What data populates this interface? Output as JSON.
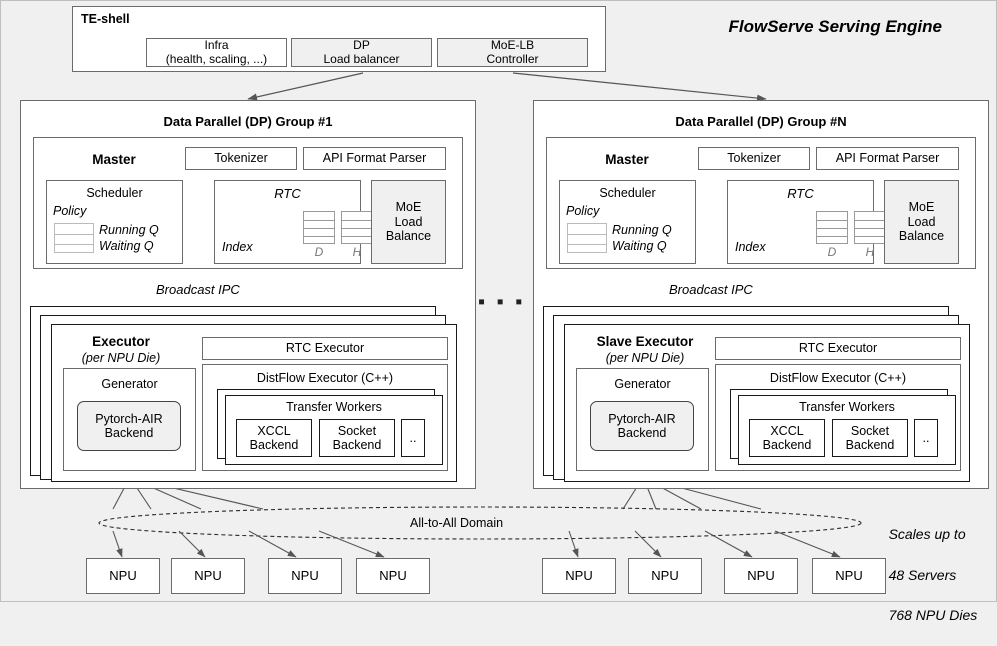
{
  "figure": {
    "title": "FlowServe Serving Engine",
    "background_color": "#f0f0f0",
    "box_fill": "#ffffff",
    "shaded_fill": "#f0f0f0",
    "stroke_color": "#6b6b6b"
  },
  "te_shell": {
    "label": "TE-shell",
    "components": [
      {
        "line1": "Infra",
        "line2": "(health, scaling, ...)",
        "shaded": false
      },
      {
        "line1": "DP",
        "line2": "Load balancer",
        "shaded": true
      },
      {
        "line1": "MoE-LB",
        "line2": "Controller",
        "shaded": true
      }
    ]
  },
  "groups": [
    {
      "title": "Data Parallel (DP) Group #1",
      "master": {
        "label": "Master",
        "tokenizer": "Tokenizer",
        "api_parser": "API Format Parser",
        "scheduler": {
          "title": "Scheduler",
          "policy": "Policy",
          "running_q": "Running Q",
          "waiting_q": "Waiting Q"
        },
        "rtc": {
          "title": "RTC",
          "index": "Index",
          "col_d": "D",
          "col_h": "H"
        },
        "moe": {
          "line1": "MoE",
          "line2": "Load",
          "line3": "Balance"
        }
      },
      "ipc_label": "Broadcast IPC",
      "executor": {
        "label": "Executor",
        "sublabel": "(per NPU Die)",
        "rtc_executor": "RTC Executor",
        "generator": "Generator",
        "backend": {
          "line1": "Pytorch-AIR",
          "line2": "Backend"
        },
        "distflow": "DistFlow Executor (C++)",
        "transfer_workers": "Transfer Workers",
        "workers": [
          {
            "line1": "XCCL",
            "line2": "Backend"
          },
          {
            "line1": "Socket",
            "line2": "Backend"
          },
          {
            "line1": "..",
            "line2": ""
          }
        ]
      }
    },
    {
      "title": "Data Parallel (DP) Group #N",
      "master": {
        "label": "Master",
        "tokenizer": "Tokenizer",
        "api_parser": "API Format Parser",
        "scheduler": {
          "title": "Scheduler",
          "policy": "Policy",
          "running_q": "Running Q",
          "waiting_q": "Waiting Q"
        },
        "rtc": {
          "title": "RTC",
          "index": "Index",
          "col_d": "D",
          "col_h": "H"
        },
        "moe": {
          "line1": "MoE",
          "line2": "Load",
          "line3": "Balance"
        }
      },
      "ipc_label": "Broadcast IPC",
      "executor": {
        "label": "Slave Executor",
        "sublabel": "(per NPU Die)",
        "rtc_executor": "RTC Executor",
        "generator": "Generator",
        "backend": {
          "line1": "Pytorch-AIR",
          "line2": "Backend"
        },
        "distflow": "DistFlow Executor (C++)",
        "transfer_workers": "Transfer Workers",
        "workers": [
          {
            "line1": "XCCL",
            "line2": "Backend"
          },
          {
            "line1": "Socket",
            "line2": "Backend"
          },
          {
            "line1": "..",
            "line2": ""
          }
        ]
      }
    }
  ],
  "ellipsis": "▪ ▪ ▪",
  "fabric": {
    "label": "All-to-All Domain",
    "scale_note_line1": "Scales up to",
    "scale_note_line2": "48 Servers",
    "scale_note_line3": "768 NPU Dies"
  },
  "npus_left": [
    "NPU",
    "NPU",
    "NPU",
    "NPU"
  ],
  "npus_right": [
    "NPU",
    "NPU",
    "NPU",
    "NPU"
  ]
}
